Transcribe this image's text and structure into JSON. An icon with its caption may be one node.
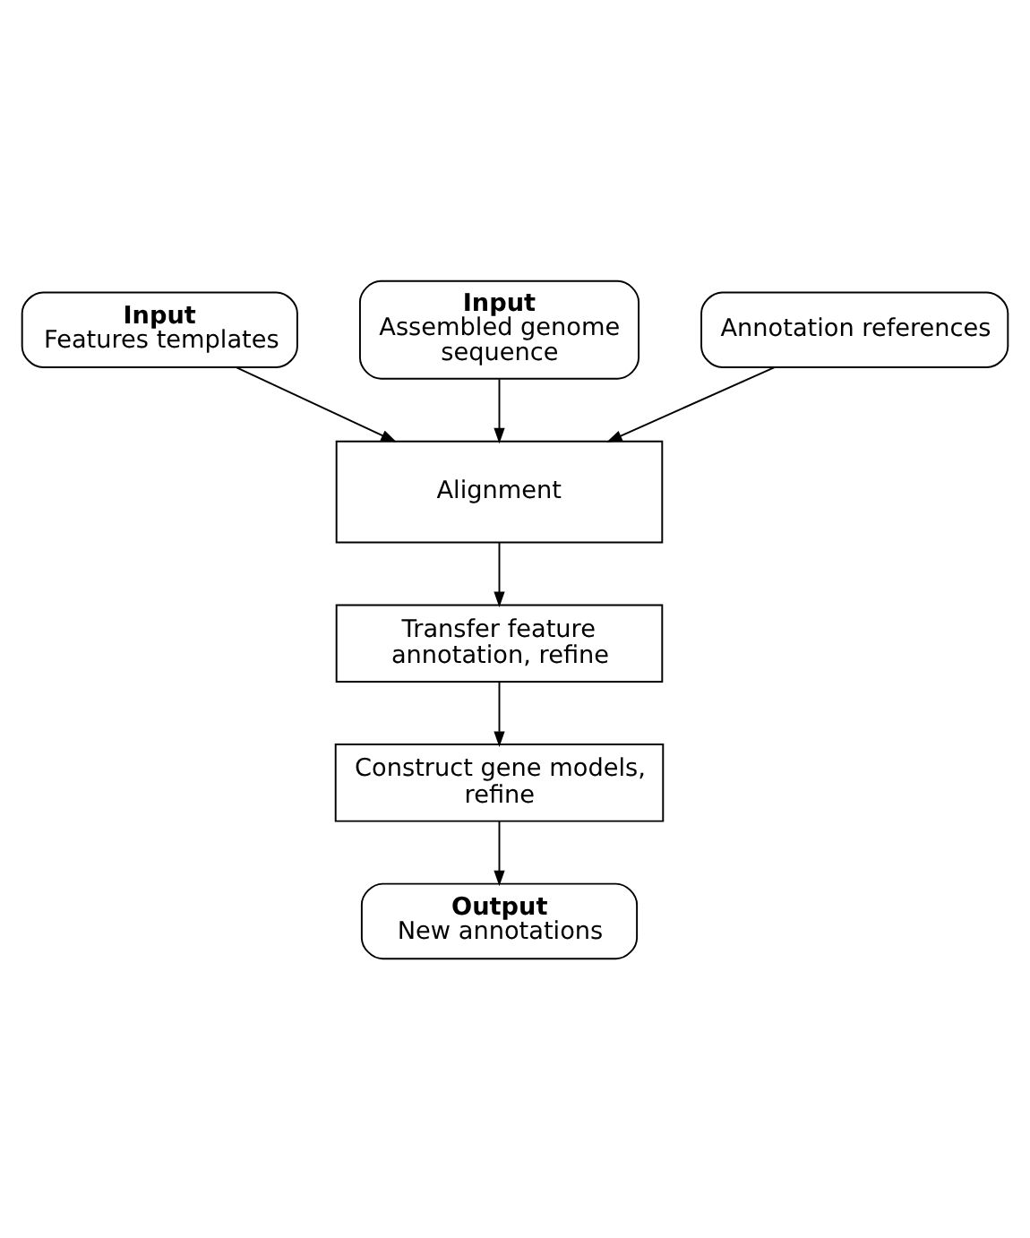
{
  "diagram": {
    "nodes": [
      {
        "text": [
          "Input",
          "Assembled genome sequence"
        ]
      },
      {
        "text": [
          "Input",
          "Features templates"
        ]
      },
      {
        "text": [
          "Annotation references"
        ]
      },
      {
        "text": [
          "Alignment"
        ]
      },
      {
        "text": [
          "Transfer feature annotation, refine"
        ]
      },
      {
        "text": [
          "Construct gene models, refine"
        ]
      },
      {
        "text": [
          "Output",
          "New annotations"
        ]
      }
    ],
    "edges": [
      {
        "from": 0,
        "to": 3,
        "arrow": "to"
      },
      {
        "from": 1,
        "to": 3,
        "arrow": "to"
      },
      {
        "from": 2,
        "to": 3,
        "arrow": "to"
      },
      {
        "from": 3,
        "to": 4,
        "arrow": "to"
      },
      {
        "from": 4,
        "to": 5,
        "arrow": "to"
      },
      {
        "from": 5,
        "to": 6,
        "arrow": "to"
      }
    ]
  }
}
